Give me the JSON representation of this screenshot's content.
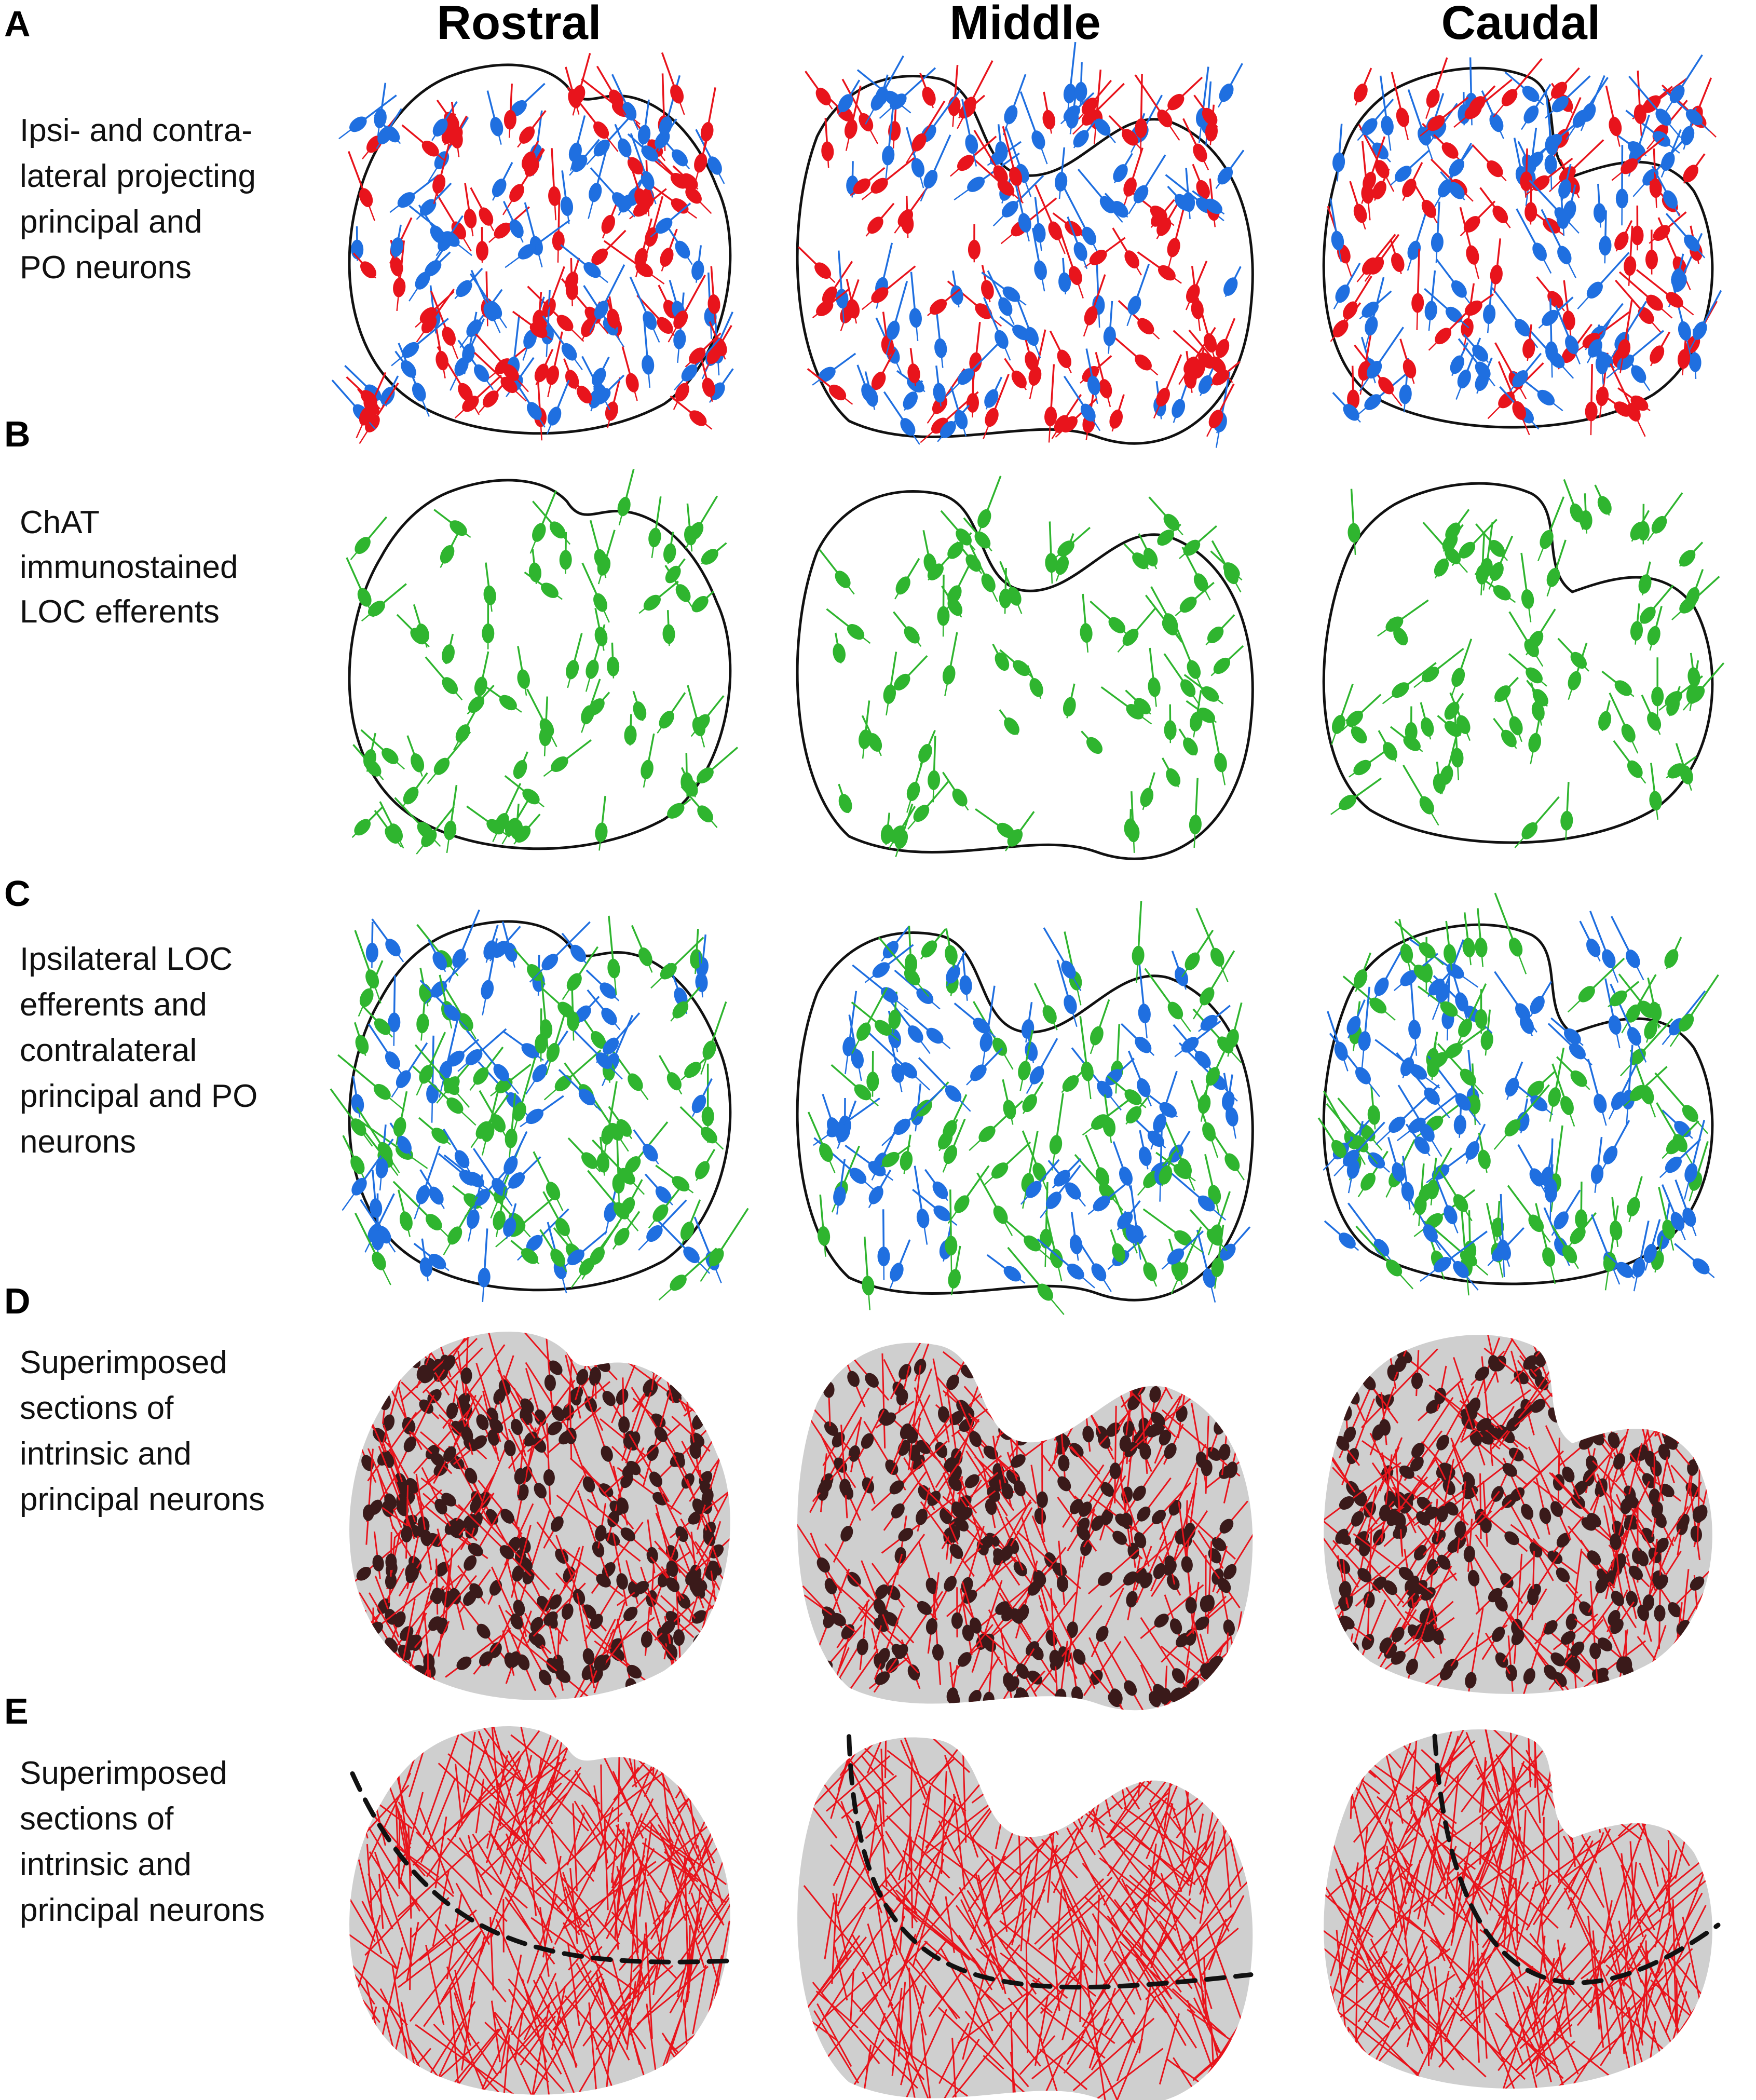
{
  "columns": [
    "Rostral",
    "Middle",
    "Caudal"
  ],
  "rows": [
    {
      "letter": "A",
      "label_lines": [
        "Ipsi- and contra-",
        "lateral projecting",
        "principal and",
        "PO neurons"
      ],
      "style": "outline",
      "colors": [
        "#e8141c",
        "#1f6fe0"
      ],
      "count": 170,
      "dendrite_len": 70
    },
    {
      "letter": "B",
      "label_lines": [
        "ChAT",
        "immunostained",
        "LOC efferents"
      ],
      "style": "outline",
      "colors": [
        "#2fb52f"
      ],
      "count": 75,
      "dendrite_len": 60
    },
    {
      "letter": "C",
      "label_lines": [
        "Ipsilateral LOC",
        "efferents and",
        "contralateral",
        "principal and PO",
        "neurons"
      ],
      "style": "outline",
      "colors": [
        "#2fb52f",
        "#1f6fe0"
      ],
      "count": 150,
      "dendrite_len": 75
    },
    {
      "letter": "D",
      "label_lines": [
        "Superimposed",
        "sections of",
        "intrinsic and",
        "principal neurons"
      ],
      "style": "shaded",
      "colors": [
        "#3a1a1a"
      ],
      "line_color": "#e8141c",
      "count": 280,
      "dendrite_len": 95
    },
    {
      "letter": "E",
      "label_lines": [
        "Superimposed",
        "sections of",
        "intrinsic and",
        "principal neurons"
      ],
      "style": "shaded_dashed",
      "colors": [],
      "line_color": "#e8141c",
      "count": 330,
      "dendrite_len": 110
    }
  ]
}
